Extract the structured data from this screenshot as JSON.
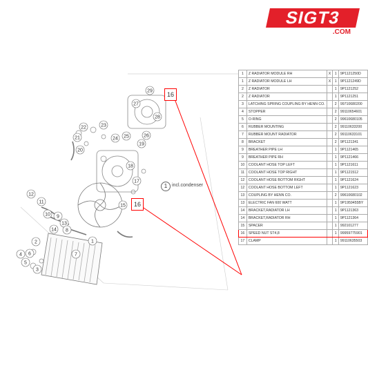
{
  "brand": {
    "main": "SIGT3",
    "sub": ".COM"
  },
  "note": {
    "number": "1",
    "text": "incl.condenser"
  },
  "callouts": {
    "top": "16",
    "middle": "16"
  },
  "labels": [
    "29",
    "27",
    "28",
    "26",
    "25",
    "24",
    "23",
    "22",
    "21",
    "20",
    "19",
    "18",
    "17",
    "15",
    "14",
    "13",
    "12",
    "11",
    "10",
    "9",
    "8",
    "7",
    "6",
    "5",
    "4",
    "3",
    "2",
    "1"
  ],
  "parts": [
    {
      "n": "1",
      "desc": "Z RADIATOR MODULE RH",
      "x": "X",
      "q": "1",
      "code": "9P1121250D"
    },
    {
      "n": "1",
      "desc": "Z RADIATOR MODULE LH",
      "x": "X",
      "q": "1",
      "code": "9P1121249D"
    },
    {
      "n": "2",
      "desc": "Z RADIATOR",
      "x": "",
      "q": "1",
      "code": "9P1121252"
    },
    {
      "n": "2",
      "desc": "Z RADIATOR",
      "x": "",
      "q": "1",
      "code": "9P1121251"
    },
    {
      "n": "3",
      "desc": "LATCHING SPRING COUPLING BY HENN CO.",
      "x": "",
      "q": "2",
      "code": "99710680200"
    },
    {
      "n": "4",
      "desc": "STOPPER",
      "x": "",
      "q": "2",
      "code": "99110654601"
    },
    {
      "n": "5",
      "desc": "O-RING",
      "x": "",
      "q": "2",
      "code": "99610680105"
    },
    {
      "n": "6",
      "desc": "RUBBER MOUNTING",
      "x": "",
      "q": "2",
      "code": "99110633200"
    },
    {
      "n": "7",
      "desc": "RUBBER MOUNT RADIATOR",
      "x": "",
      "q": "2",
      "code": "99110633101"
    },
    {
      "n": "8",
      "desc": "BRACKET",
      "x": "",
      "q": "2",
      "code": "9P1121341"
    },
    {
      "n": "9",
      "desc": "BREATHER PIPE LH",
      "x": "",
      "q": "1",
      "code": "9P1121465"
    },
    {
      "n": "9",
      "desc": "BREATHER PIPE RH",
      "x": "",
      "q": "1",
      "code": "9P1121466"
    },
    {
      "n": "10",
      "desc": "COOLANT HOSE TOP LEFT",
      "x": "",
      "q": "1",
      "code": "9P1121611"
    },
    {
      "n": "11",
      "desc": "COOLANT HOSE TOP RIGHT",
      "x": "",
      "q": "1",
      "code": "9P1121512"
    },
    {
      "n": "12",
      "desc": "COOLANT HOSE BOTTOM RIGHT",
      "x": "",
      "q": "1",
      "code": "9P1121624"
    },
    {
      "n": "12",
      "desc": "COOLANT HOSE BOTTOM LEFT",
      "x": "",
      "q": "1",
      "code": "9P1121623"
    },
    {
      "n": "13",
      "desc": "COUPLING BY HENN CO.",
      "x": "",
      "q": "2",
      "code": "99610680102"
    },
    {
      "n": "13",
      "desc": "ELECTRIC FAN 600 WATT",
      "x": "",
      "q": "1",
      "code": "9P1959455BY"
    },
    {
      "n": "14",
      "desc": "BRACKET,RADIATOR LH",
      "x": "",
      "q": "1",
      "code": "9P1121363"
    },
    {
      "n": "14",
      "desc": "BRACKET,RADIATOR RH",
      "x": "",
      "q": "1",
      "code": "9P1121364"
    },
    {
      "n": "15",
      "desc": "SPACER",
      "x": "",
      "q": "1",
      "code": "992101277"
    },
    {
      "n": "16",
      "desc": "SPEED NUT ST4,8",
      "x": "",
      "q": "1",
      "code": "99959775901"
    },
    {
      "n": "17",
      "desc": "CLAMP",
      "x": "",
      "q": "1",
      "code": "99110635503"
    }
  ],
  "colors": {
    "brand": "#e3202a",
    "highlight": "#ff0000"
  }
}
